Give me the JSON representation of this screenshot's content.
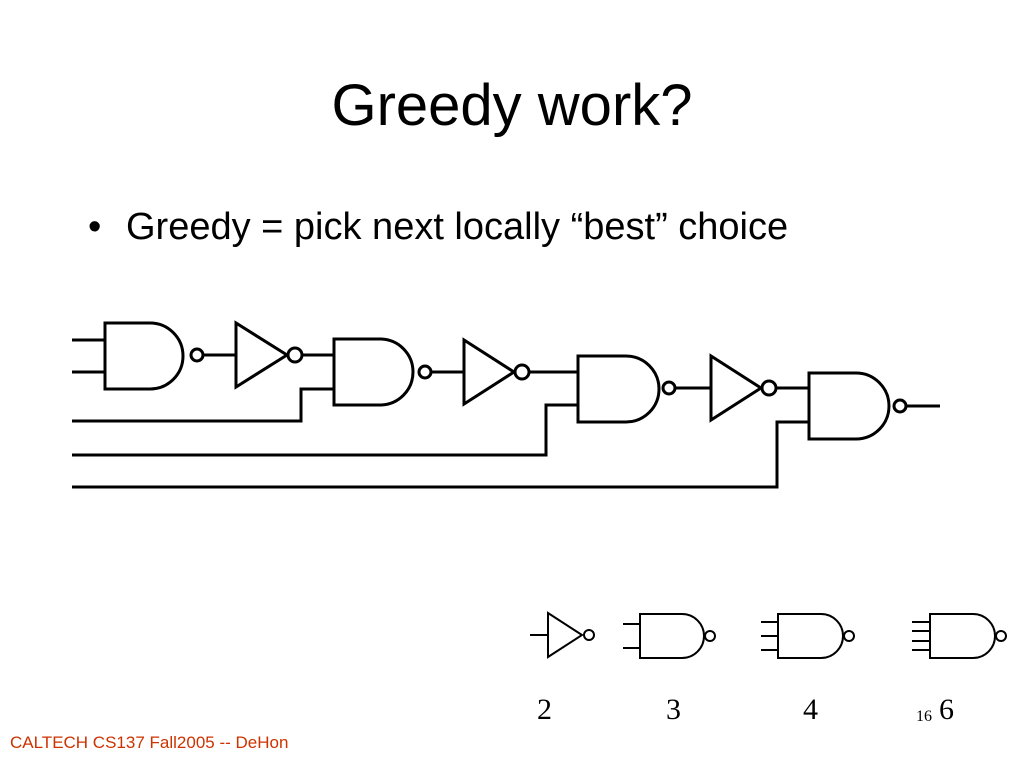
{
  "title": "Greedy work?",
  "bullet": "Greedy = pick next locally “best” choice",
  "legend": {
    "costs": [
      "2",
      "3",
      "4",
      "6"
    ]
  },
  "slide_number": "16",
  "footer": "CALTECH CS137 Fall2005 -- DeHon",
  "colors": {
    "text": "#000000",
    "footer": "#cc3300"
  }
}
